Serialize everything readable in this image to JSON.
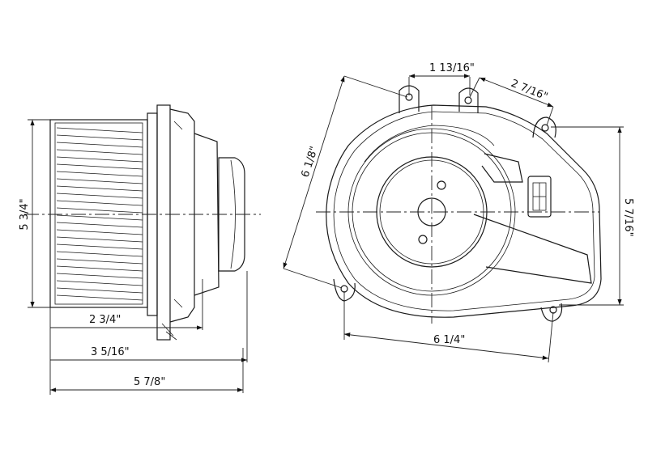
{
  "drawing": {
    "side_view": {
      "height_label": "5 3/4\"",
      "depth_wheel_label": "2 3/4\"",
      "depth_plate_label": "3 5/16\"",
      "overall_depth_label": "5 7/8\""
    },
    "front_view": {
      "tab_spacing_label": "1 13/16\"",
      "tab_spacing_right_label": "2 7/16\"",
      "diagonal_label": "6 1/8\"",
      "height_label": "5 7/16\"",
      "width_label": "6 1/4\""
    },
    "line_color": "#1a1a1a"
  }
}
